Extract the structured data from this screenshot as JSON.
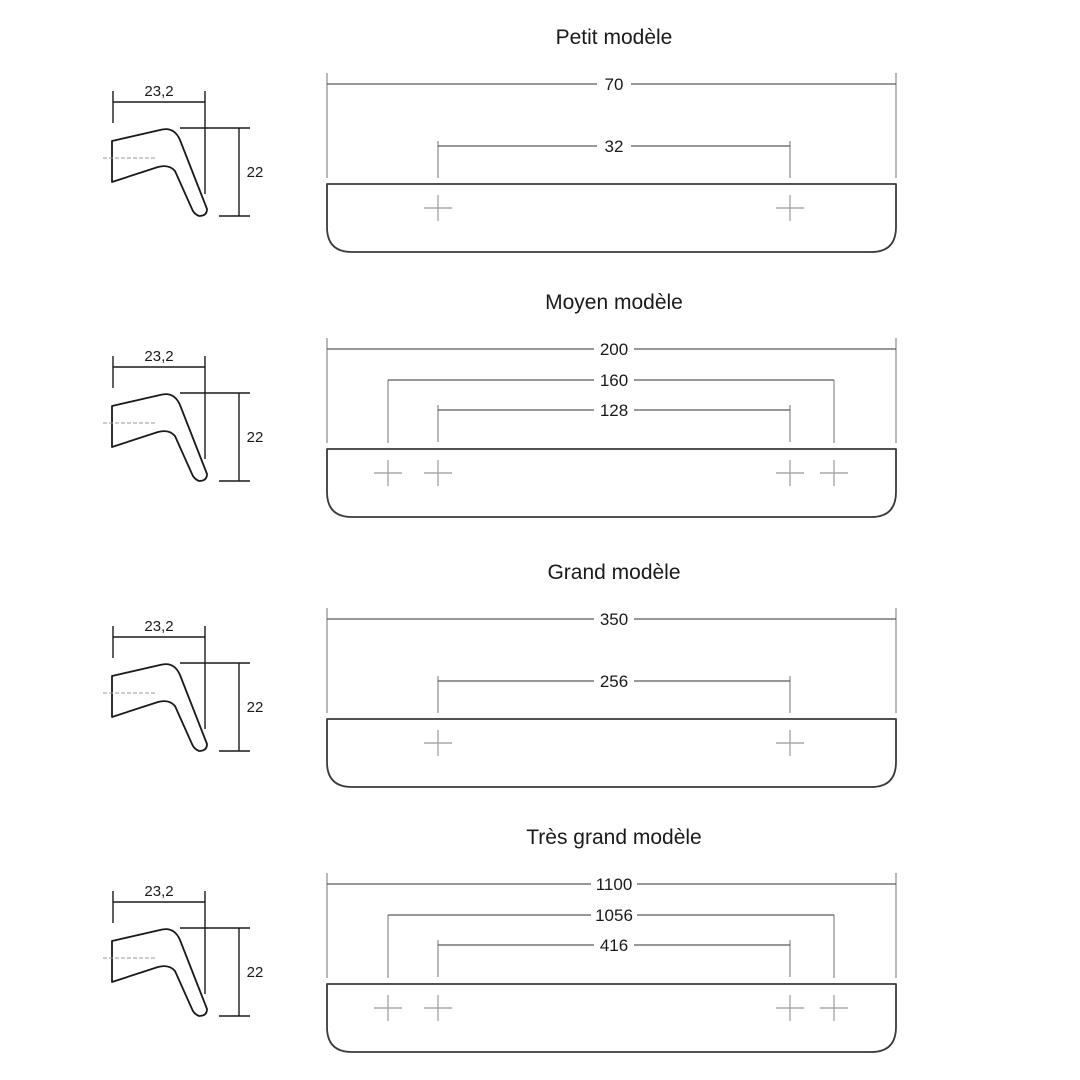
{
  "models": [
    {
      "title": "Petit modèle",
      "depth_label": "23,2",
      "height_label": "22",
      "dimensions": [
        {
          "label": "70",
          "span": "overall"
        },
        {
          "label": "32",
          "span": "inner"
        }
      ]
    },
    {
      "title": "Moyen modèle",
      "depth_label": "23,2",
      "height_label": "22",
      "dimensions": [
        {
          "label": "200",
          "span": "overall"
        },
        {
          "label": "160",
          "span": "outer"
        },
        {
          "label": "128",
          "span": "inner"
        }
      ]
    },
    {
      "title": "Grand modèle",
      "depth_label": "23,2",
      "height_label": "22",
      "dimensions": [
        {
          "label": "350",
          "span": "overall"
        },
        {
          "label": "256",
          "span": "inner"
        }
      ]
    },
    {
      "title": "Très grand modèle",
      "depth_label": "23,2",
      "height_label": "22",
      "dimensions": [
        {
          "label": "1100",
          "span": "overall"
        },
        {
          "label": "1056",
          "span": "outer"
        },
        {
          "label": "416",
          "span": "inner"
        }
      ]
    }
  ]
}
